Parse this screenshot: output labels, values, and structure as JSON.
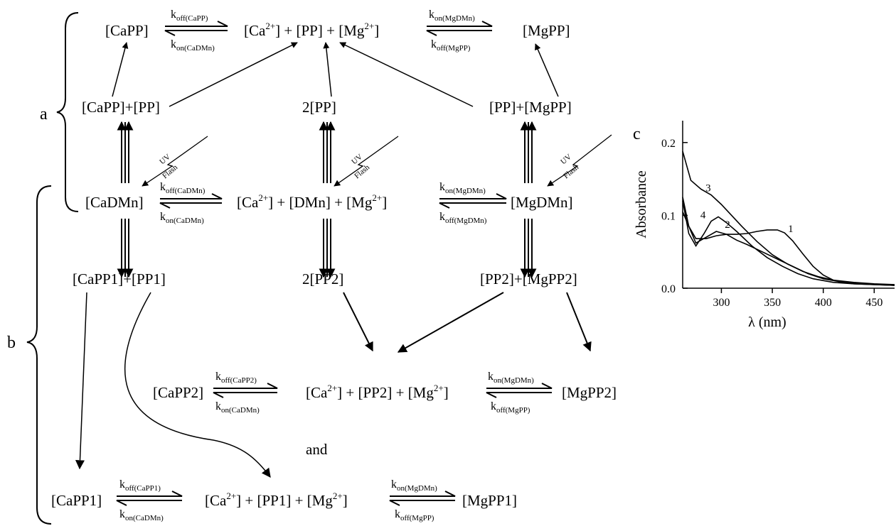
{
  "labels": {
    "a": "a",
    "b": "b",
    "c": "c",
    "and": "and"
  },
  "row1": {
    "capp": "[CaPP]",
    "center_a": "[Ca",
    "center_sup1": "2+",
    "center_b": "]  +  [PP] + [Mg",
    "center_sup2": "2+",
    "center_c": "]",
    "mgpp": "[MgPP]",
    "k1_top": "k",
    "k1_top_sub": "off(CaPP)",
    "k1_bot": "k",
    "k1_bot_sub": "on(CaDMn)",
    "k2_top": "k",
    "k2_top_sub": "on(MgDMn)",
    "k2_bot": "k",
    "k2_bot_sub": "off(MgPP)"
  },
  "row2": {
    "left": "[CaPP]+[PP]",
    "mid": "2[PP]",
    "right": "[PP]+[MgPP]"
  },
  "uv": {
    "line1": "UV",
    "line2": "Flash"
  },
  "row3": {
    "cadmn": "[CaDMn]",
    "center_a": "[Ca",
    "center_sup1": "2+",
    "center_b": "] + [DMn] + [Mg",
    "center_sup2": "2+",
    "center_c": "]",
    "mgdmn": "[MgDMn]",
    "k1_top": "k",
    "k1_top_sub": "off(CaDMn)",
    "k1_bot": "k",
    "k1_bot_sub": "on(CaDMn)",
    "k2_top": "k",
    "k2_top_sub": "on(MgDMn)",
    "k2_bot": "k",
    "k2_bot_sub": "off(MgDMn)"
  },
  "row4": {
    "left": "[CaPP1]+[PP1]",
    "mid": "2[PP2]",
    "right": "[PP2]+[MgPP2]"
  },
  "row5": {
    "capp2": "[CaPP2]",
    "center_a": "[Ca",
    "center_sup1": "2+",
    "center_b": "] + [PP2] + [Mg",
    "center_sup2": "2+",
    "center_c": "]",
    "mgpp2": "[MgPP2]",
    "k1_top": "k",
    "k1_top_sub": "off(CaPP2)",
    "k1_bot": "k",
    "k1_bot_sub": "on(CaDMn)",
    "k2_top": "k",
    "k2_top_sub": "on(MgDMn)",
    "k2_bot": "k",
    "k2_bot_sub": "off(MgPP)"
  },
  "row6": {
    "capp1": "[CaPP1]",
    "center_a": "[Ca",
    "center_sup1": "2+",
    "center_b": "] + [PP1] + [Mg",
    "center_sup2": "2+",
    "center_c": "]",
    "mgpp1": "[MgPP1]",
    "k1_top": "k",
    "k1_top_sub": "off(CaPP1)",
    "k1_bot": "k",
    "k1_bot_sub": "on(CaDMn)",
    "k2_top": "k",
    "k2_top_sub": "on(MgDMn)",
    "k2_bot": "k",
    "k2_bot_sub": "off(MgPP)"
  },
  "chart_data": {
    "type": "line",
    "title": "",
    "panel_label": "c",
    "xlabel_symbol": "λ",
    "xlabel_unit": " (nm)",
    "ylabel": "Absorbance",
    "xlim": [
      262,
      470
    ],
    "ylim": [
      0,
      0.23
    ],
    "x_ticks": [
      300,
      350,
      400,
      450
    ],
    "x_tick_labels": [
      "300",
      "350",
      "400",
      "450"
    ],
    "y_ticks": [
      0.0,
      0.1,
      0.2
    ],
    "y_tick_labels": [
      "0.0",
      "0.1",
      "0.2"
    ],
    "series": [
      {
        "name": "1",
        "x": [
          262,
          268,
          275,
          285,
          295,
          305,
          315,
          325,
          335,
          345,
          355,
          362,
          370,
          380,
          390,
          400,
          410,
          420,
          430,
          450,
          470
        ],
        "y": [
          0.105,
          0.085,
          0.068,
          0.068,
          0.072,
          0.074,
          0.074,
          0.075,
          0.078,
          0.08,
          0.08,
          0.076,
          0.065,
          0.047,
          0.03,
          0.018,
          0.011,
          0.008,
          0.006,
          0.005,
          0.004
        ]
      },
      {
        "name": "2",
        "x": [
          262,
          268,
          275,
          285,
          295,
          305,
          315,
          325,
          340,
          355,
          370,
          385,
          400,
          420,
          440,
          470
        ],
        "y": [
          0.125,
          0.085,
          0.062,
          0.07,
          0.078,
          0.074,
          0.066,
          0.06,
          0.05,
          0.04,
          0.03,
          0.02,
          0.013,
          0.008,
          0.006,
          0.004
        ]
      },
      {
        "name": "3",
        "x": [
          262,
          270,
          280,
          290,
          300,
          310,
          320,
          335,
          350,
          365,
          380,
          395,
          410,
          430,
          450,
          470
        ],
        "y": [
          0.188,
          0.148,
          0.136,
          0.128,
          0.115,
          0.1,
          0.085,
          0.064,
          0.046,
          0.033,
          0.023,
          0.016,
          0.011,
          0.008,
          0.006,
          0.005
        ]
      },
      {
        "name": "4",
        "x": [
          262,
          268,
          275,
          283,
          290,
          297,
          305,
          315,
          330,
          345,
          360,
          375,
          390,
          410,
          430,
          470
        ],
        "y": [
          0.12,
          0.075,
          0.058,
          0.075,
          0.092,
          0.098,
          0.09,
          0.078,
          0.058,
          0.042,
          0.03,
          0.02,
          0.013,
          0.008,
          0.006,
          0.004
        ]
      }
    ],
    "annotations": [
      {
        "text": "1",
        "x": 368,
        "y": 0.077
      },
      {
        "text": "2",
        "x": 306,
        "y": 0.083
      },
      {
        "text": "3",
        "x": 287,
        "y": 0.133
      },
      {
        "text": "4",
        "x": 282,
        "y": 0.096
      }
    ]
  }
}
